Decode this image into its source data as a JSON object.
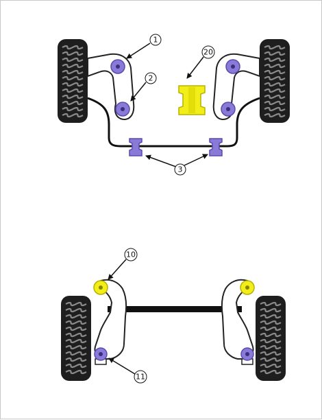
{
  "colors": {
    "tyre": "#1e1e1e",
    "tread": "#8a8a8a",
    "arm_fill": "#ffffff",
    "arm_stroke": "#222222",
    "bar": "#111111",
    "bush_purple": "#8a7ad8",
    "bush_purple_dark": "#5a4ab0",
    "bush_yellow": "#f2ee1a",
    "bush_yellow_dark": "#b8b000"
  },
  "front": {
    "callouts": [
      {
        "id": "1",
        "label": "1"
      },
      {
        "id": "2",
        "label": "2"
      },
      {
        "id": "20",
        "label": "20"
      },
      {
        "id": "3",
        "label": "3"
      }
    ]
  },
  "rear": {
    "callouts": [
      {
        "id": "10",
        "label": "10"
      },
      {
        "id": "11",
        "label": "11"
      }
    ]
  },
  "icons": [
    "tyre-icon",
    "bushing-icon",
    "anti-roll-bar-icon"
  ]
}
